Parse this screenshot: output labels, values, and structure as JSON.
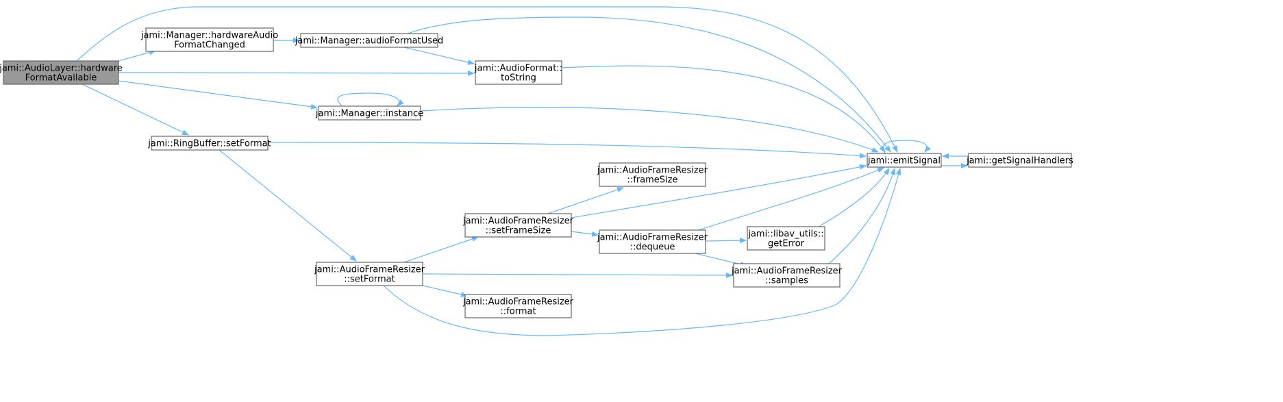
{
  "colors": {
    "edge": "#63b8ff",
    "node_fill": "#ffffff",
    "node_border": "#666666",
    "highlight_fill": "#999999"
  },
  "nodes": [
    {
      "id": "hwfmt",
      "lines": [
        "jami::AudioLayer::hardware",
        "FormatAvailable"
      ],
      "highlight": true
    },
    {
      "id": "mgrhw",
      "lines": [
        "jami::Manager::hardwareAudio",
        "FormatChanged"
      ]
    },
    {
      "id": "mgrfmt",
      "lines": [
        "jami::Manager::audioFormatUsed"
      ]
    },
    {
      "id": "tostring",
      "lines": [
        "jami::AudioFormat::",
        "toString"
      ]
    },
    {
      "id": "instance",
      "lines": [
        "jami::Manager::instance"
      ]
    },
    {
      "id": "rbset",
      "lines": [
        "jami::RingBuffer::setFormat"
      ]
    },
    {
      "id": "emit",
      "lines": [
        "jami::emitSignal"
      ]
    },
    {
      "id": "handlers",
      "lines": [
        "jami::getSignalHandlers"
      ]
    },
    {
      "id": "framesize",
      "lines": [
        "jami::AudioFrameResizer",
        "::frameSize"
      ]
    },
    {
      "id": "setframesize",
      "lines": [
        "jami::AudioFrameResizer",
        "::setFrameSize"
      ]
    },
    {
      "id": "dequeue",
      "lines": [
        "jami::AudioFrameResizer",
        "::dequeue"
      ]
    },
    {
      "id": "geterror",
      "lines": [
        "jami::libav_utils::",
        "getError"
      ]
    },
    {
      "id": "samples",
      "lines": [
        "jami::AudioFrameResizer",
        "::samples"
      ]
    },
    {
      "id": "setformat",
      "lines": [
        "jami::AudioFrameResizer",
        "::setFormat"
      ]
    },
    {
      "id": "format",
      "lines": [
        "jami::AudioFrameResizer",
        "::format"
      ]
    }
  ],
  "edges": [
    {
      "from": "hwfmt",
      "to": "mgrhw"
    },
    {
      "from": "hwfmt",
      "to": "emit"
    },
    {
      "from": "hwfmt",
      "to": "tostring"
    },
    {
      "from": "hwfmt",
      "to": "instance"
    },
    {
      "from": "hwfmt",
      "to": "rbset"
    },
    {
      "from": "mgrhw",
      "to": "mgrfmt"
    },
    {
      "from": "mgrfmt",
      "to": "emit"
    },
    {
      "from": "mgrfmt",
      "to": "tostring"
    },
    {
      "from": "tostring",
      "to": "emit"
    },
    {
      "from": "instance",
      "to": "instance"
    },
    {
      "from": "instance",
      "to": "emit"
    },
    {
      "from": "rbset",
      "to": "emit"
    },
    {
      "from": "rbset",
      "to": "setformat"
    },
    {
      "from": "emit",
      "to": "emit"
    },
    {
      "from": "emit",
      "to": "handlers"
    },
    {
      "from": "handlers",
      "to": "emit"
    },
    {
      "from": "setframesize",
      "to": "framesize"
    },
    {
      "from": "setframesize",
      "to": "emit"
    },
    {
      "from": "setframesize",
      "to": "dequeue"
    },
    {
      "from": "dequeue",
      "to": "emit"
    },
    {
      "from": "dequeue",
      "to": "geterror"
    },
    {
      "from": "dequeue",
      "to": "samples"
    },
    {
      "from": "geterror",
      "to": "emit"
    },
    {
      "from": "samples",
      "to": "emit"
    },
    {
      "from": "setformat",
      "to": "setframesize"
    },
    {
      "from": "setformat",
      "to": "samples"
    },
    {
      "from": "setformat",
      "to": "format"
    },
    {
      "from": "setformat",
      "to": "emit"
    }
  ]
}
